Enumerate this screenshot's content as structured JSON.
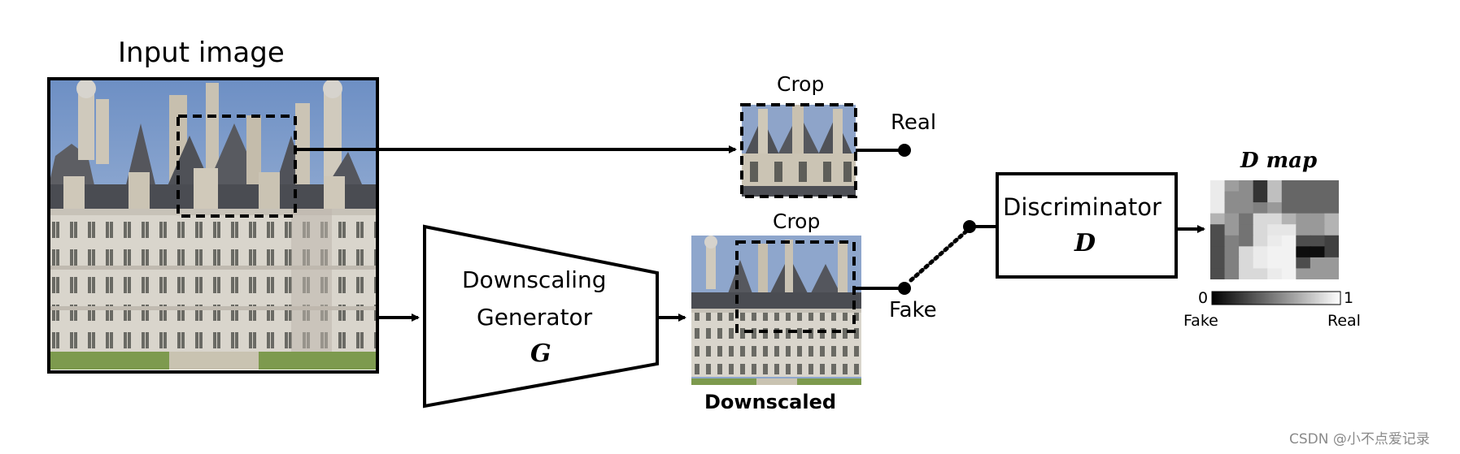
{
  "input": {
    "label": "Input image"
  },
  "crop_top": {
    "label": "Crop"
  },
  "crop_bottom": {
    "label": "Crop"
  },
  "real_label": "Real",
  "fake_label": "Fake",
  "generator": {
    "line1": "Downscaling",
    "line2": "Generator",
    "symbol": "G"
  },
  "downscaled": {
    "label": "Downscaled"
  },
  "discriminator": {
    "line1": "Discriminator",
    "symbol": "D"
  },
  "dmap": {
    "title": "D map",
    "scale_min": "0",
    "scale_max": "1",
    "scale_left": "Fake",
    "scale_right": "Real",
    "grid": [
      [
        0.92,
        0.62,
        0.55,
        0.2,
        0.75,
        0.4,
        0.4,
        0.4,
        0.4
      ],
      [
        0.92,
        0.55,
        0.55,
        0.2,
        0.75,
        0.4,
        0.4,
        0.4,
        0.4
      ],
      [
        0.92,
        0.55,
        0.55,
        0.5,
        0.6,
        0.4,
        0.4,
        0.4,
        0.4
      ],
      [
        0.7,
        0.6,
        0.45,
        0.85,
        0.85,
        0.7,
        0.6,
        0.6,
        0.7
      ],
      [
        0.3,
        0.6,
        0.45,
        0.85,
        0.9,
        0.9,
        0.6,
        0.6,
        0.7
      ],
      [
        0.3,
        0.5,
        0.45,
        0.85,
        0.92,
        0.95,
        0.3,
        0.3,
        0.25
      ],
      [
        0.3,
        0.5,
        0.85,
        0.92,
        0.95,
        0.95,
        0.05,
        0.05,
        0.25
      ],
      [
        0.3,
        0.5,
        0.85,
        0.92,
        0.95,
        0.95,
        0.3,
        0.6,
        0.6
      ],
      [
        0.3,
        0.5,
        0.85,
        0.85,
        0.92,
        0.95,
        0.6,
        0.6,
        0.6
      ]
    ]
  },
  "watermark": "CSDN @小不点爱记录"
}
